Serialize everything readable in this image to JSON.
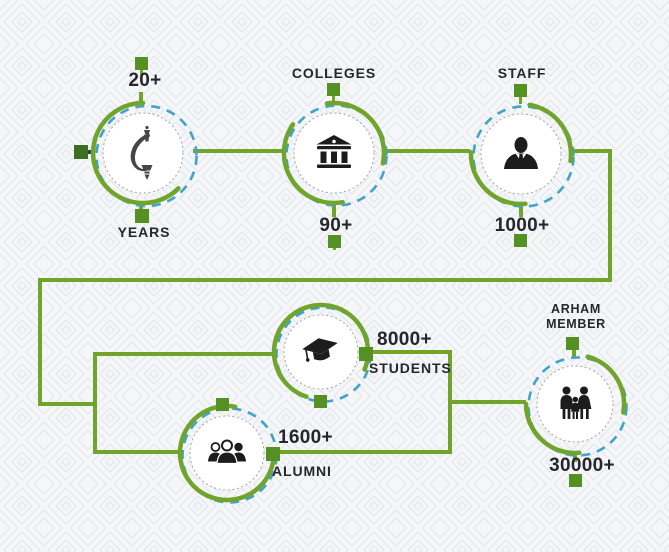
{
  "title": "Statistics infographic",
  "colors": {
    "line_green": "#70a42b",
    "square_green": "#549122",
    "square_dark_green": "#3c7020",
    "dashed_blue": "#3fa3cd",
    "navy_stub": "#24405e",
    "inner_ring_gray": "#a5a5a5",
    "text": "#26262d",
    "icon_black": "#1c1c1c",
    "background": "#f5f6f8",
    "pattern": "#e3e5e9"
  },
  "nodes": [
    {
      "id": "years",
      "value": "20+",
      "label": "YEARS",
      "icon": "lamp-emblem-icon"
    },
    {
      "id": "colleges",
      "label": "COLLEGES",
      "value": "90+",
      "icon": "college-building-icon"
    },
    {
      "id": "staff",
      "label": "STAFF",
      "value": "1000+",
      "icon": "person-icon"
    },
    {
      "id": "students",
      "value": "8000+",
      "label": "STUDENTS",
      "icon": "graduation-cap-icon"
    },
    {
      "id": "alumni",
      "value": "1600+",
      "label": "ALUMNI",
      "icon": "people-group-icon"
    },
    {
      "id": "arham_member",
      "label_line1": "ARHAM",
      "label_line2": "MEMBER",
      "value": "30000+",
      "icon": "family-icon"
    }
  ]
}
